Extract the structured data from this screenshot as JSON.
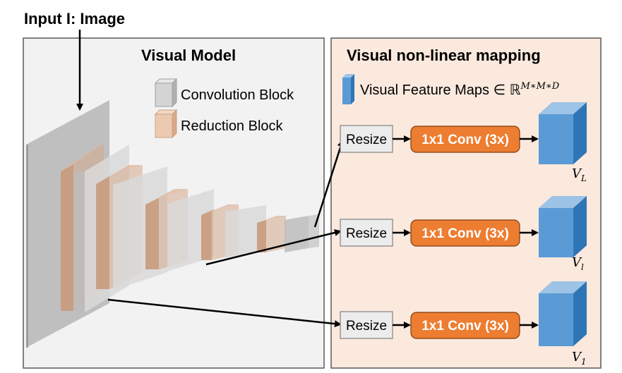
{
  "input_label": "Input I: Image",
  "visual_model": {
    "title": "Visual Model",
    "legend": [
      {
        "label": "Convolution Block",
        "color": "#c9c9c9"
      },
      {
        "label": "Reduction Block",
        "color": "#e9c3a6"
      }
    ]
  },
  "mapping": {
    "title": "Visual non-linear mapping",
    "feature_maps_label": "Visual Feature Maps ∈ ℝ",
    "feature_maps_exponent": "M∗M∗D",
    "rows": [
      {
        "resize": "Resize",
        "conv": "1x1 Conv (3x)",
        "output_base": "V",
        "output_sub": "L"
      },
      {
        "resize": "Resize",
        "conv": "1x1 Conv (3x)",
        "output_base": "V",
        "output_sub": "l"
      },
      {
        "resize": "Resize",
        "conv": "1x1 Conv (3x)",
        "output_base": "V",
        "output_sub": "1"
      }
    ]
  },
  "colors": {
    "panel_left_bg": "#f2f2f2",
    "panel_right_bg": "#fbe9de",
    "conv_orange": "#ed7d31",
    "feature_blue": "#5b9bd5",
    "reduction": "#d9a582",
    "convolution": "#c9c9c9"
  }
}
